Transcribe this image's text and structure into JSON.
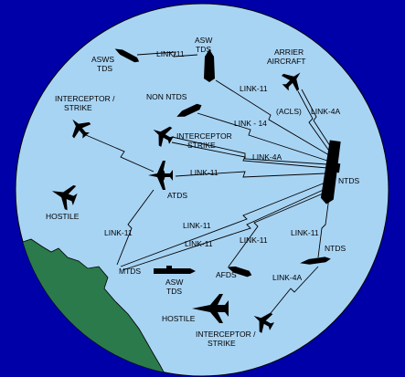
{
  "colors": {
    "background": "#0000a8",
    "circle": "#a8d4f4",
    "land": "#2b7a4b",
    "ink": "#000000"
  },
  "labels": {
    "asws_tds": [
      "ASWS",
      "TDS"
    ],
    "asw_tds_top": [
      "ASW",
      "TDS"
    ],
    "carrier_aircraft": [
      "ARRIER",
      "AIRCRAFT"
    ],
    "interceptor_strike_left": [
      "INTERCEPTOR /",
      "STRIKE"
    ],
    "non_ntds": "NON NTDS",
    "interceptor_strike_mid": [
      "INTERCEPTOR",
      "STRIKE"
    ],
    "ntds_main": "NTDS",
    "atds": "ATDS",
    "hostile_left": "HOSTILE",
    "ntds_right": "NTDS",
    "mtds": "MTDS",
    "asw_tds_bottom": [
      "ASW",
      "TDS"
    ],
    "afds": "AFDS",
    "hostile_bottom": "HOSTILE",
    "interceptor_strike_bottom": [
      "INTERCEPTOR /",
      "STRIKE"
    ]
  },
  "links": {
    "link11_top": "LINK-11",
    "link11_ntds_asw": "LINK-11",
    "acls": "(ACLS)",
    "link4a_carrier": "LINK-4A",
    "link14": "LINK - 14",
    "link4a_mid": "LINK-4A",
    "link11_atds": "LINK-11",
    "link11_mtds_atds": "LINK-11",
    "link11_mtds_1": "LINK-11",
    "link11_mtds_2": "LINK-11",
    "link11_afds": "LINK-11",
    "link11_ntds_right": "LINK-11",
    "link4a_bottom": "LINK-4A"
  }
}
